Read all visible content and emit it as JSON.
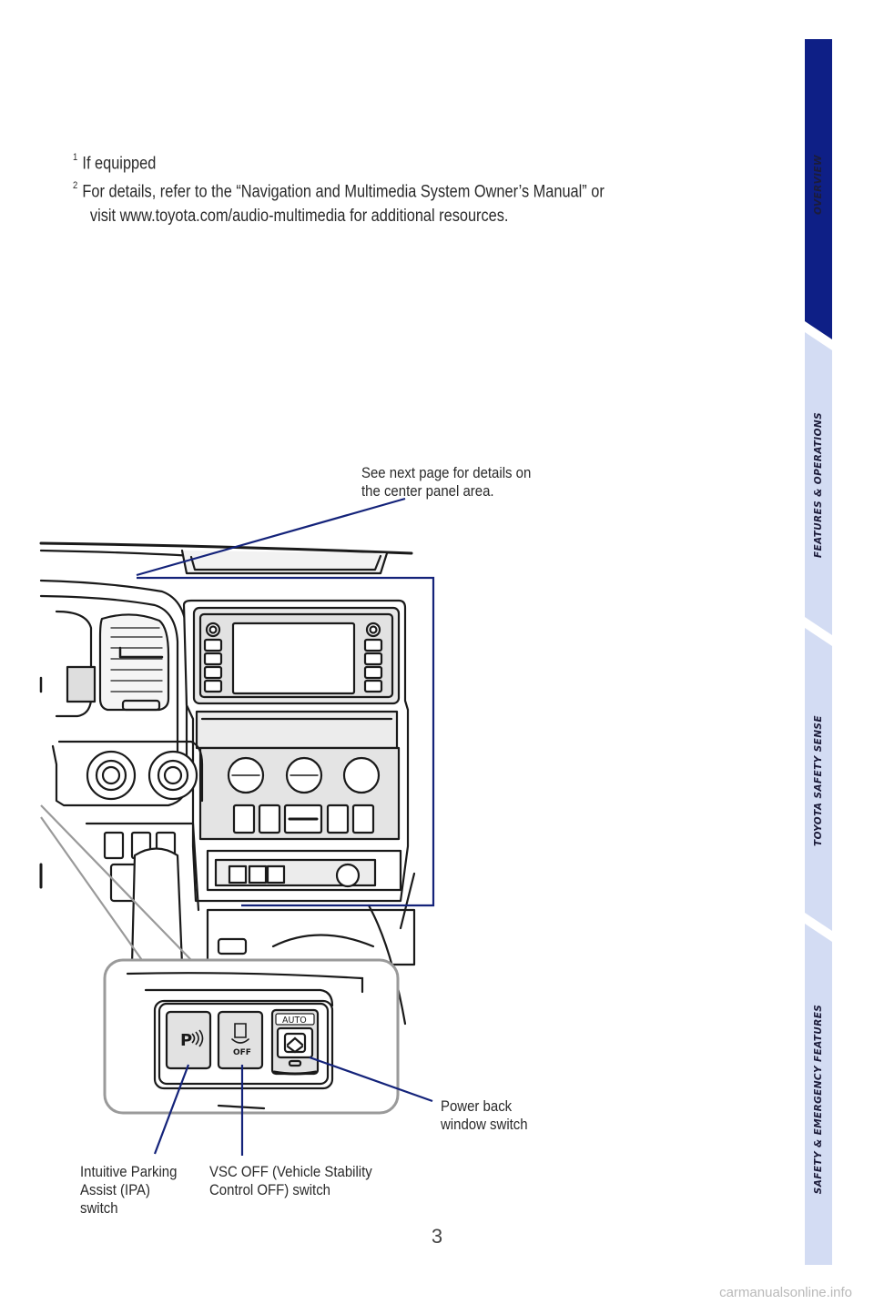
{
  "footnotes": [
    {
      "marker": "1",
      "text": "If equipped"
    },
    {
      "marker": "2",
      "line1": "For details, refer to the “Navigation and Multimedia System Owner’s Manual” or",
      "line2": "visit www.toyota.com/audio-multimedia for additional resources."
    }
  ],
  "callouts": {
    "center_panel": {
      "line1": "See next page for details on",
      "line2": "the center panel area."
    },
    "power_back_window": {
      "line1": "Power back",
      "line2": "window switch"
    },
    "ipa_switch": {
      "line1": "Intuitive Parking",
      "line2": "Assist (IPA)",
      "line3": "switch"
    },
    "vsc_off": {
      "line1": "VSC OFF (Vehicle Stability",
      "line2": "Control OFF) switch"
    }
  },
  "switch_labels": {
    "ipa": "P",
    "vsc": "OFF",
    "auto": "AUTO"
  },
  "side_tabs": [
    {
      "label": "OVERVIEW",
      "active": true
    },
    {
      "label": "FEATURES & OPERATIONS",
      "active": false
    },
    {
      "label": "TOYOTA SAFETY SENSE",
      "active": false
    },
    {
      "label": "SAFETY & EMERGENCY FEATURES",
      "active": false
    }
  ],
  "colors": {
    "tab_active": "#0e1f86",
    "tab_inactive": "#d3dcf3",
    "leader_line": "#14237a",
    "panel_gray": "#e6e6e6"
  },
  "page_number": "3",
  "watermark": "carmanualsonline.info"
}
